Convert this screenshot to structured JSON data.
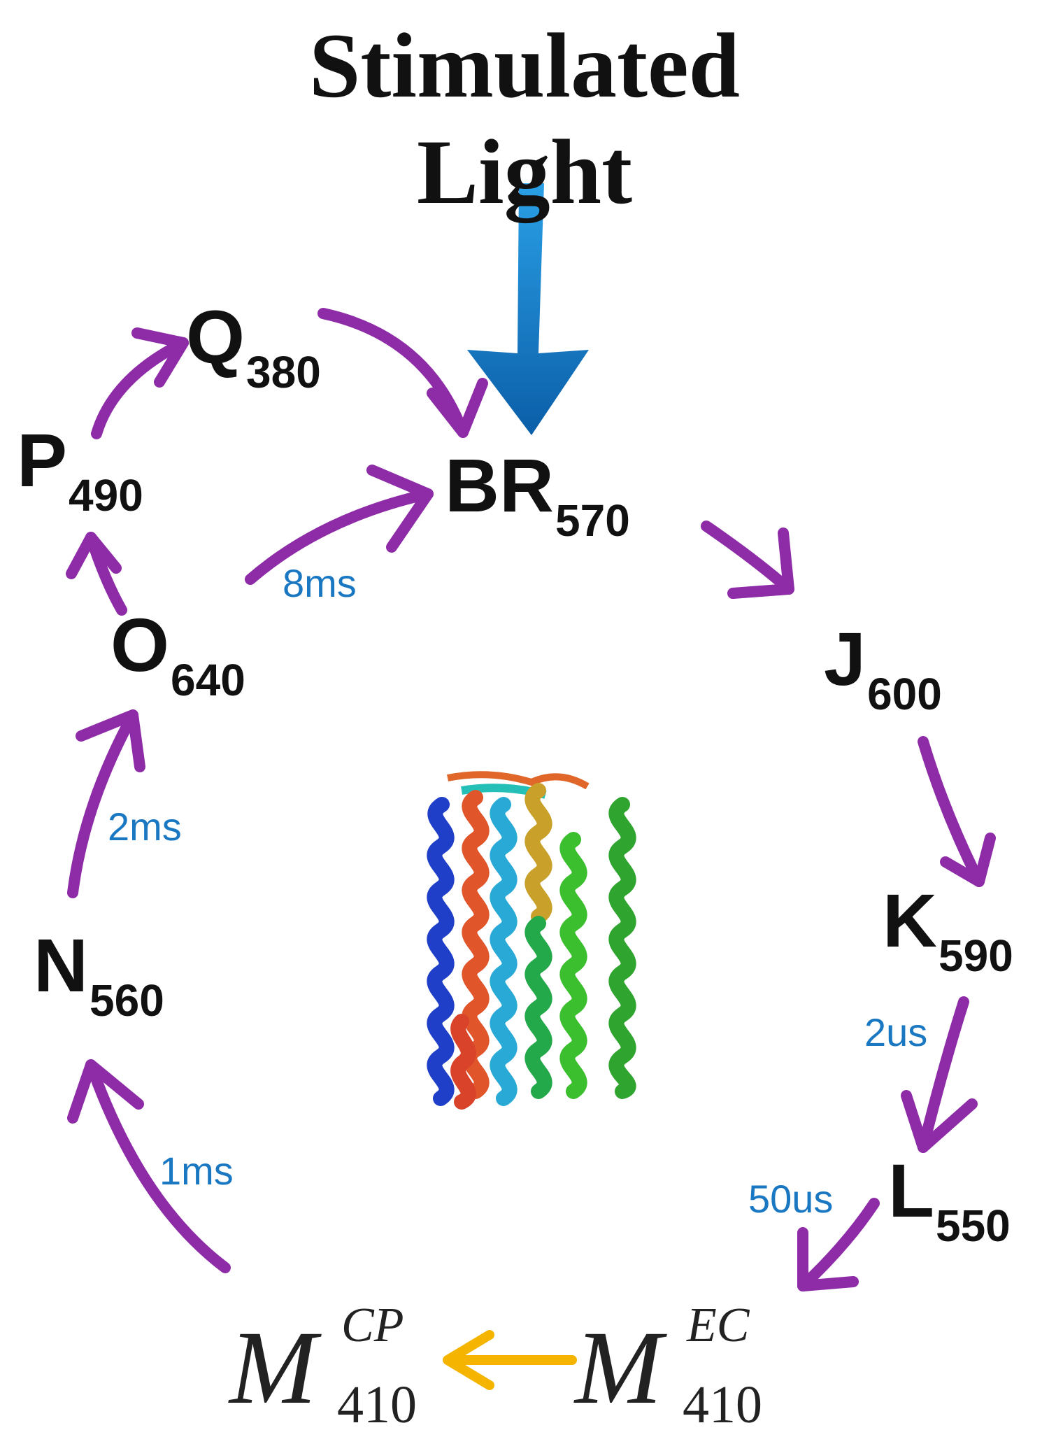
{
  "title": {
    "line1": "Stimulated",
    "line2": "Light"
  },
  "states": {
    "br": {
      "main": "BR",
      "sub": "570"
    },
    "j": {
      "main": "J",
      "sub": "600"
    },
    "k": {
      "main": "K",
      "sub": "590"
    },
    "l": {
      "main": "L",
      "sub": "550"
    },
    "m_ec": {
      "main": "M",
      "sup": "EC",
      "sub": "410"
    },
    "m_cp": {
      "main": "M",
      "sup": "CP",
      "sub": "410"
    },
    "n": {
      "main": "N",
      "sub": "560"
    },
    "o": {
      "main": "O",
      "sub": "640"
    },
    "p": {
      "main": "P",
      "sub": "490"
    },
    "q": {
      "main": "Q",
      "sub": "380"
    }
  },
  "times": {
    "k_to_l": "2us",
    "l_to_m": "50us",
    "m_to_n": "1ms",
    "n_to_o": "2ms",
    "o_to_br": "8ms"
  },
  "colors": {
    "arrow": "#8e2ca8",
    "light_arrow": "#1a73c0",
    "m_transition_arrow": "#f5b400",
    "time_text": "#1a78c2"
  },
  "icons": {
    "light": "down-arrow-icon",
    "protein": "protein-helix-structure-icon"
  }
}
